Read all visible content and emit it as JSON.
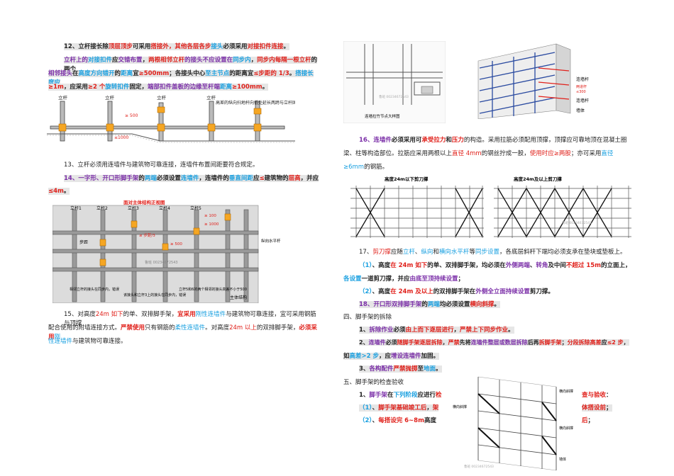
{
  "left": {
    "p12": [
      "12、立杆接长",
      "除",
      "顶层顶步",
      "可采用",
      "搭接外",
      "，其他各层各步",
      "接头",
      "必须采用",
      "对接扣件连接",
      "。"
    ],
    "p12b": [
      "立杆上的",
      "对接扣件",
      "应",
      "交错布置",
      "，",
      "两根相邻立杆",
      "的接头不应设置在",
      "同步内",
      "，",
      "同步内每隔一根立杆",
      "的两个"
    ],
    "p12c": [
      "相邻接头",
      "在",
      "高度方向错开",
      "的",
      "距离",
      "宜",
      "≥500mm",
      "；各接头中心",
      "至主节点",
      "的距离宜",
      "≤步距的 1/3",
      "。",
      "搭接长度应"
    ],
    "p12d": [
      "≥1m",
      "，应采用",
      "≥2 个",
      "旋转扣件",
      "固定，",
      "端部扣件盖板的边缘至杆端",
      "距离",
      "≥100mm",
      "。"
    ],
    "fig1": {
      "label1": "立杆",
      "label2": "立杆",
      "label3": "立杆",
      "label4": "立杆",
      "d1": "≥ 500",
      "d2": "≤1000",
      "note": "高差的纵向扫地杆向低处延长两跨与立杆固定"
    },
    "p13": "13、立杆必须用连墙件与建筑物可靠连接，连墙件布置间距要符合规定。",
    "p14": [
      "14、一字形、开口形脚手架",
      "的",
      "两端",
      "必须设置",
      "连墙件",
      "，连墙件的",
      "垂直间距",
      "应",
      "≤",
      "建筑物的",
      "层高",
      "，并应"
    ],
    "p14b": [
      "≤4m",
      "。"
    ],
    "fig2": {
      "title": "面对主体结构正视图",
      "poles": [
        "立杆1",
        "立杆2",
        "立杆3",
        "立杆4",
        "立杆5"
      ],
      "d1": "≥ 100",
      "d2": "≥ 1000",
      "d3": "≥ 步距/3",
      "d4": "≥ 500",
      "step": "步距",
      "side": "纵向水平杆",
      "main": "主体结构",
      "n1": "相邻立杆的接头在同步内，错误",
      "n2": "该接头和立杆3上的接头在同步内，错误",
      "n3": "立杆5和6的两个相邻的接头高差不小于500",
      "watermark": "鲁班  00234672543"
    },
    "p15": [
      "15、对高度",
      "24m 如下",
      "的单、双排脚手架，",
      "宜采用",
      "刚性连墙件",
      "与建筑物可靠连接，宜可采用钢筋与顶撑"
    ],
    "p15b": [
      "配合使用的附墙连接方式。",
      "严禁使用",
      "只有钢筋的",
      "柔性连墙件",
      "。对高度",
      "24m 以上",
      "的双排脚手架，",
      "必须采用",
      "刚"
    ],
    "p15c": [
      "性连墙件",
      "与建筑物可靠连接。"
    ]
  },
  "right": {
    "fig3": {
      "caption": "连墙拉竹节点大样图",
      "l1": "连墙杆",
      "l2": "两道杆",
      "l3": "≤300",
      "l4": "连墙杆",
      "l5": "墙体",
      "watermark": "鲁班  00234672543"
    },
    "p16": [
      "16、连墙件",
      "必须采用可",
      "承受拉力",
      "和",
      "压力",
      "的构造。采用拉筋必须配用顶撑，顶撑应可靠地顶在混凝土圈"
    ],
    "p16b": [
      "梁、柱等构造部位。拉筋应采用两根以上",
      "直径 4mm",
      "的钢丝拧成一股，",
      "使用时应≥两股",
      "；亦可采用",
      "直径"
    ],
    "p16c": [
      "≥6mm",
      "的钢筋。"
    ],
    "fig4": {
      "t1": "高度24m以下剪刀撑",
      "t2": "高度24m及以上剪刀撑",
      "watermark": "鲁班  00234672543"
    },
    "p17": [
      "17、",
      "剪刀撑",
      "应随",
      "立杆",
      "、",
      "纵向",
      "和",
      "横向水平杆",
      "等",
      "同步设置",
      "，各底层斜杆下端均必须支承在垫块或垫板上。"
    ],
    "p17a": [
      "（1）",
      "、高度",
      "在 24m 如下",
      "的单、双排脚手架，均必须在",
      "外侧两端",
      "、",
      "转角",
      "及中间",
      "不超过 15m",
      "的立面上，"
    ],
    "p17a2": [
      "各设置",
      "一道剪刀撑，并应",
      "由底至顶持续设置",
      "；"
    ],
    "p17b": [
      "（2）",
      "、高度",
      "在 24m 及以上",
      "的双排脚手架在",
      "外侧全立面持续设置",
      "剪刀撑。"
    ],
    "p18": [
      "18、开口形双排脚手架",
      "的",
      "两端",
      "均必须设置",
      "横向斜撑",
      "。"
    ],
    "h4": "四、脚手架的拆除",
    "p41": [
      "1、",
      "拆除作业",
      "必须",
      "由上而下逐层进行",
      "，",
      "严禁上下同步作业",
      "。"
    ],
    "p42": [
      "2、",
      "连墙件",
      "必须",
      "随脚手架逐层拆除",
      "，",
      "严禁",
      "先将",
      "连墙件整层或数层拆除",
      "后再",
      "拆脚手架",
      "；",
      "分段拆除高差",
      "应",
      "≤2 步",
      "，"
    ],
    "p42b": [
      "如",
      "高差>2 步",
      "，应",
      "增设连墙件",
      "加固。"
    ],
    "p43": [
      "3、",
      "各构配件",
      "严禁抛掷",
      "至",
      "地面",
      "。"
    ],
    "h5": "五、脚手架的检查验收",
    "p51": [
      "1、",
      "脚手架",
      "在",
      "下列阶段",
      "应进行",
      "检"
    ],
    "p51r": [
      "查与验收",
      "："
    ],
    "p52": [
      "（1）",
      "、",
      "脚手架基础竣工后",
      "，",
      "架"
    ],
    "p52r": [
      "体搭设前",
      "；"
    ],
    "p53": [
      "（2）",
      "、",
      "每搭设完 6~8m",
      "高度"
    ],
    "p53r": [
      "后",
      "；"
    ],
    "fig5": {
      "l1": "横向斜撑",
      "l2": "横向斜撑",
      "l3": "横向斜撑",
      "l4": "墙体",
      "watermark": "鲁班  00234672543"
    }
  }
}
